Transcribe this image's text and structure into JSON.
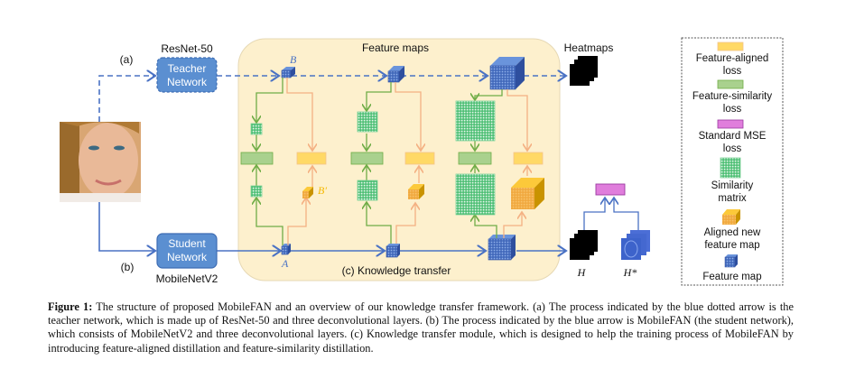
{
  "figure": {
    "labels": {
      "teacher_path_tag": "(a)",
      "student_path_tag": "(b)",
      "teacher_backbone": "ResNet-50",
      "teacher_box_line1": "Teacher",
      "teacher_box_line2": "Network",
      "student_box_line1": "Student",
      "student_box_line2": "Network",
      "student_backbone": "MobileNetV2",
      "feature_maps_title": "Feature maps",
      "knowledge_transfer_title": "(c) Knowledge transfer",
      "teacher_feature_label": "B",
      "student_feature_label": "A",
      "aligned_feature_label": "B′",
      "heatmaps_title": "Heatmaps",
      "predicted_heatmap_label": "H",
      "ground_truth_heatmap_label": "H*"
    },
    "colors": {
      "network_box": "#5b8fd1",
      "knowledge_panel": "#fdf0cd",
      "feature_aligned_loss": "#ffd966",
      "feature_similarity_loss": "#a9d18e",
      "mse_loss": "#e07ddc",
      "similarity_matrix": "#3cb867",
      "aligned_feature_map": "#f5b342",
      "feature_map": "#4a72c4",
      "teacher_arrow": "#4a72c4",
      "similarity_arrow": "#70ad47",
      "aligned_arrow": "#f4b183"
    },
    "legend": [
      {
        "icon": "feature-aligned-loss-swatch",
        "line1": "Feature-aligned",
        "line2": "loss"
      },
      {
        "icon": "feature-similarity-loss-swatch",
        "line1": "Feature-similarity",
        "line2": "loss"
      },
      {
        "icon": "mse-loss-swatch",
        "line1": "Standard MSE",
        "line2": "loss"
      },
      {
        "icon": "similarity-matrix-icon",
        "line1": "Similarity",
        "line2": "matrix"
      },
      {
        "icon": "aligned-feature-map-icon",
        "line1": "Aligned new",
        "line2": "feature map"
      },
      {
        "icon": "feature-map-icon",
        "line1": "Feature map",
        "line2": ""
      }
    ]
  },
  "caption": {
    "label": "Figure 1:",
    "text": " The structure of proposed MobileFAN and an overview of our knowledge transfer framework. (a) The process indicated by the blue dotted arrow is the teacher network, which is made up of ResNet-50 and three deconvolutional layers. (b) The process indicated by the blue arrow is MobileFAN (the student network), which consists of MobileNetV2 and three deconvolutional layers. (c) Knowledge transfer module, which is designed to help the training process of MobileFAN by introducing feature-aligned distillation and feature-similarity distillation."
  }
}
